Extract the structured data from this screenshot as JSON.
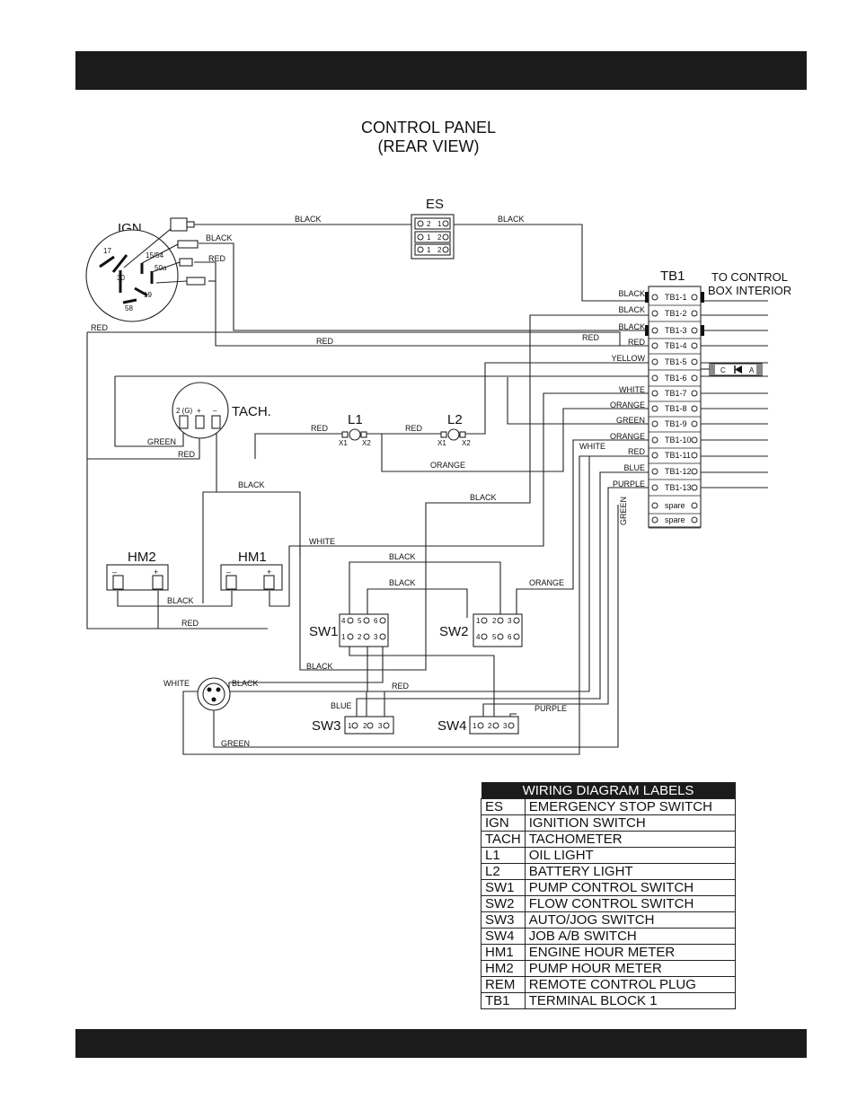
{
  "title": {
    "line1": "CONTROL PANEL",
    "line2": "(REAR VIEW)"
  },
  "components": {
    "es": "ES",
    "ign": "IGN.",
    "tach": "TACH.",
    "l1": "L1",
    "l2": "L2",
    "hm1": "HM1",
    "hm2": "HM2",
    "sw1": "SW1",
    "sw2": "SW2",
    "sw3": "SW3",
    "sw4": "SW4",
    "tb1": "TB1",
    "to_control": "TO CONTROL",
    "box_interior": "BOX INTERIOR"
  },
  "ign_pins": {
    "p17": "17",
    "p30": "30",
    "p1534": "15/54",
    "p50a": "50a",
    "p19": "19",
    "p58": "58"
  },
  "tach_pins": {
    "g": "2 (G)",
    "plus": "+",
    "minus": "–"
  },
  "lamp_pins": {
    "x1": "X1",
    "x2": "X2"
  },
  "meter_pins": {
    "minus": "–",
    "plus": "+"
  },
  "diode_labels": {
    "c": "C",
    "a": "A"
  },
  "es_rows": [
    [
      "2",
      "1"
    ],
    [
      "1",
      "2"
    ],
    [
      "1",
      "2"
    ]
  ],
  "terminals": [
    "TB1-1",
    "TB1-2",
    "TB1-3",
    "TB1-4",
    "TB1-5",
    "TB1-6",
    "TB1-7",
    "TB1-8",
    "TB1-9",
    "TB1-10",
    "TB1-11",
    "TB1-12",
    "TB1-13",
    "spare",
    "spare"
  ],
  "terminal_wires": [
    "BLACK",
    "BLACK",
    "BLACK",
    "RED",
    "YELLOW",
    "",
    "WHITE",
    "ORANGE",
    "GREEN",
    "ORANGE",
    "RED",
    "BLUE",
    "PURPLE",
    "",
    ""
  ],
  "wire_labels": {
    "black": "BLACK",
    "red": "RED",
    "orange": "ORANGE",
    "green": "GREEN",
    "white": "WHITE",
    "blue": "BLUE",
    "purple": "PURPLE",
    "yellow": "YELLOW"
  },
  "sw_pins": {
    "p1": "1",
    "p2": "2",
    "p3": "3",
    "p4": "4",
    "p5": "5",
    "p6": "6"
  },
  "legend": {
    "header": "WIRING DIAGRAM LABELS",
    "rows": [
      [
        "ES",
        "EMERGENCY STOP SWITCH"
      ],
      [
        "IGN",
        "IGNITION SWITCH"
      ],
      [
        "TACH",
        "TACHOMETER"
      ],
      [
        "L1",
        "OIL LIGHT"
      ],
      [
        "L2",
        "BATTERY LIGHT"
      ],
      [
        "SW1",
        "PUMP CONTROL SWITCH"
      ],
      [
        "SW2",
        "FLOW CONTROL SWITCH"
      ],
      [
        "SW3",
        "AUTO/JOG SWITCH"
      ],
      [
        "SW4",
        "JOB A/B SWITCH"
      ],
      [
        "HM1",
        "ENGINE HOUR METER"
      ],
      [
        "HM2",
        "PUMP HOUR METER"
      ],
      [
        "REM",
        "REMOTE CONTROL PLUG"
      ],
      [
        "TB1",
        "TERMINAL BLOCK 1"
      ]
    ]
  }
}
